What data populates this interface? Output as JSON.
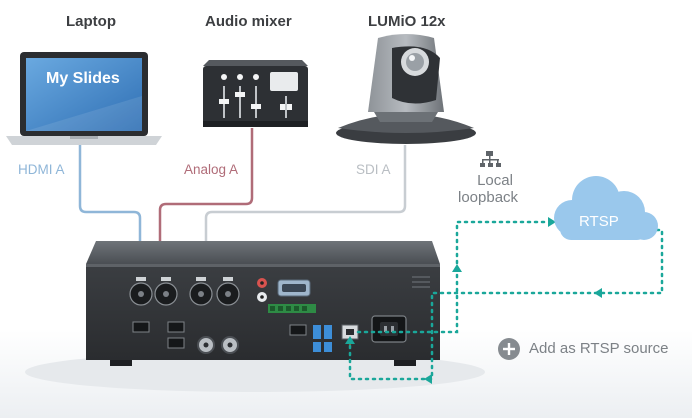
{
  "devices": {
    "laptop": {
      "title": "Laptop",
      "screen_text": "My Slides"
    },
    "mixer": {
      "title": "Audio mixer"
    },
    "camera": {
      "title": "LUMiO 12x"
    }
  },
  "connections": {
    "hdmi": {
      "label": "HDMI A",
      "color": "#8fb6d8"
    },
    "analog": {
      "label": "Analog A",
      "color": "#b06c78"
    },
    "sdi": {
      "label": "SDI A",
      "color": "#c8cdd2"
    }
  },
  "network": {
    "loopback_label_line1": "Local",
    "loopback_label_line2": "loopback",
    "cloud_label": "RTSP",
    "add_source_label": "Add as RTSP source",
    "dotted_color": "#1aa79a",
    "cloud_color": "#9ac8ec"
  },
  "icons": [
    "network-icon",
    "plus-circle-icon",
    "rtsp-cloud-icon"
  ]
}
